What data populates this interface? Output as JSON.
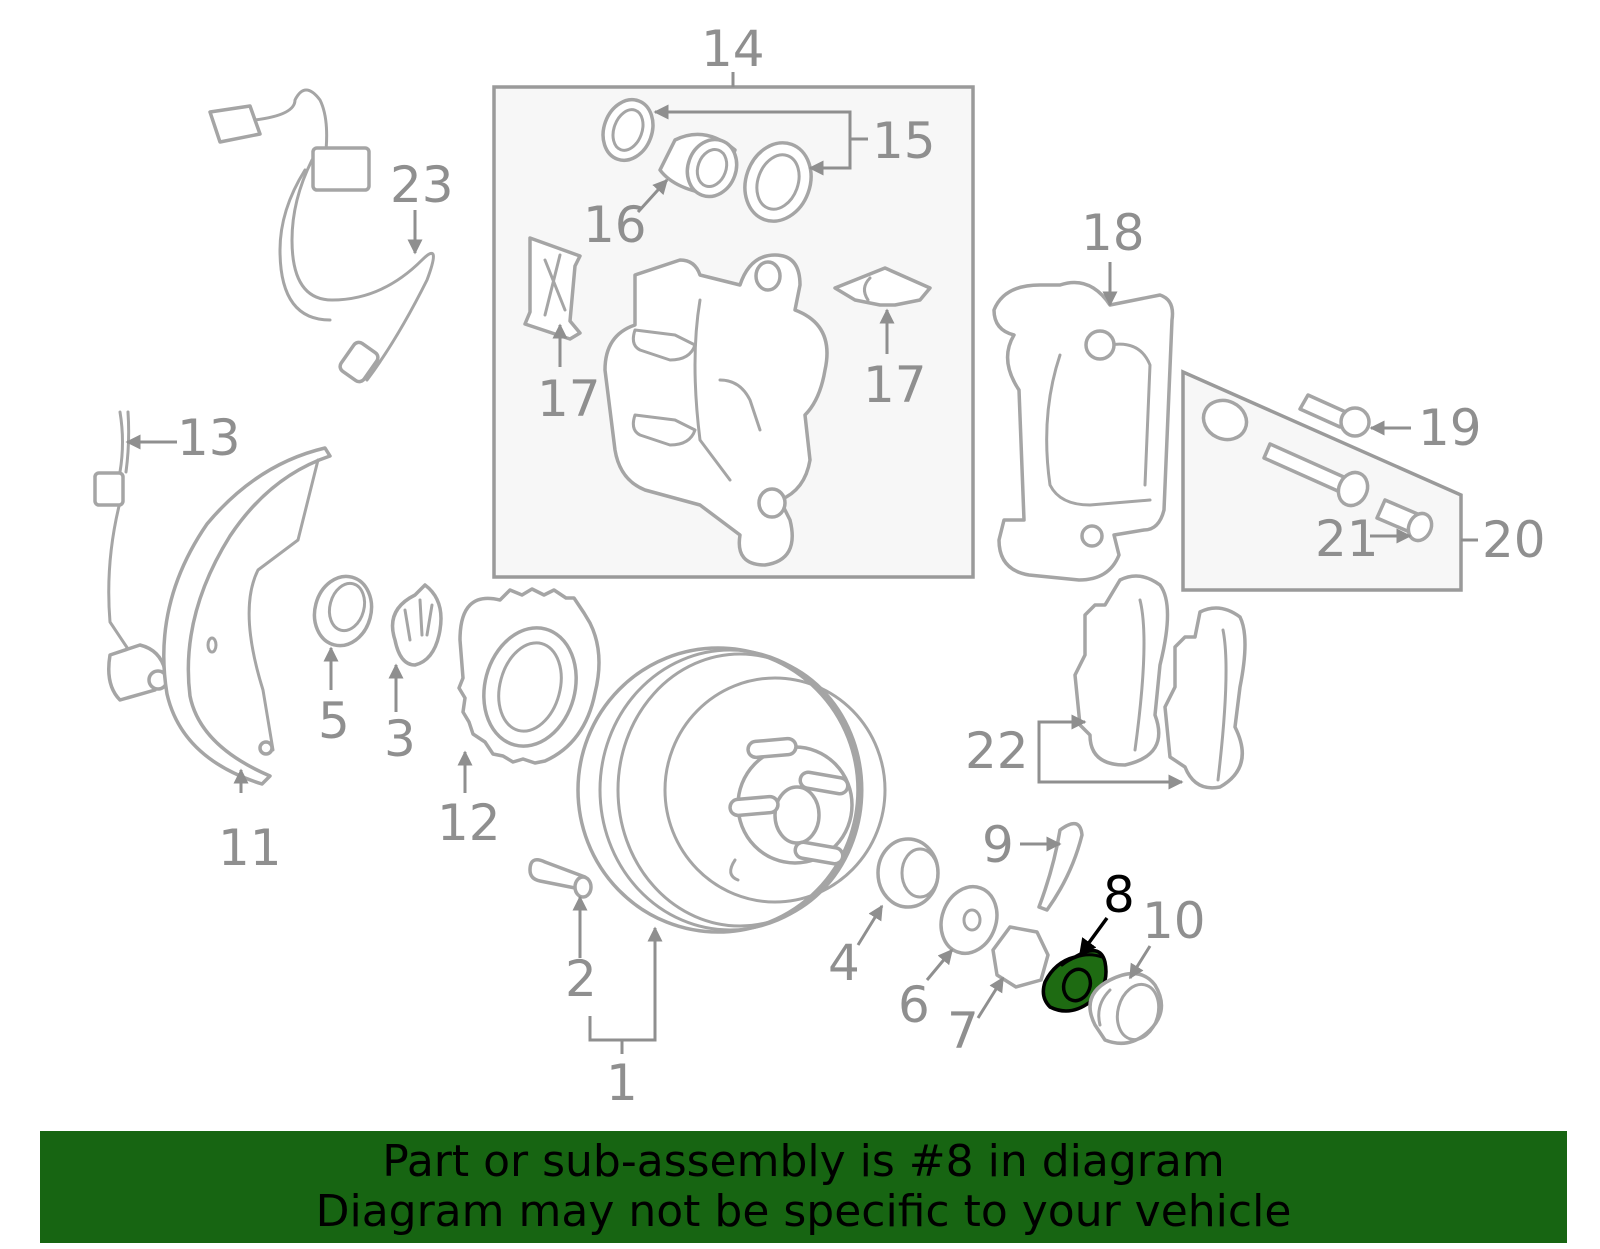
{
  "diagram": {
    "callouts": [
      "1",
      "2",
      "3",
      "4",
      "5",
      "6",
      "7",
      "8",
      "9",
      "10",
      "11",
      "12",
      "13",
      "14",
      "15",
      "16",
      "17",
      "17",
      "18",
      "19",
      "20",
      "21",
      "22",
      "23"
    ],
    "highlighted_part": "8",
    "highlight_color": "#1e6b12",
    "line_color": "#a5a5a5",
    "label_color": "#8f8f8f"
  },
  "banner": {
    "line1": "Part or sub-assembly is #8 in diagram",
    "line2": "Diagram may not be specific to your vehicle",
    "background": "#176512"
  }
}
